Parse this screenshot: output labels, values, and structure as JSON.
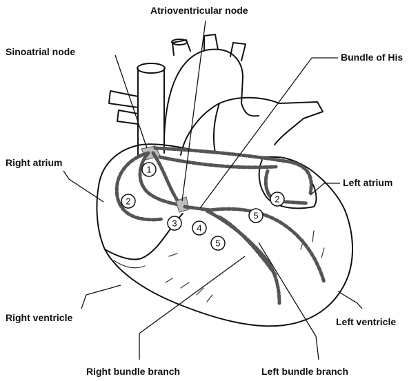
{
  "labels": {
    "atrioventricular_node": "Atrioventricular node",
    "sinoatrial_node": "Sinoatrial node",
    "bundle_of_his": "Bundle of His",
    "right_atrium": "Right atrium",
    "left_atrium": "Left atrium",
    "right_ventricle": "Right ventricle",
    "left_ventricle": "Left ventricle",
    "right_bundle_branch": "Right bundle branch",
    "left_bundle_branch": "Left bundle branch"
  },
  "markers": {
    "m1": "1",
    "m2_right": "2",
    "m2_left": "2",
    "m3": "3",
    "m4": "4",
    "m5_lower": "5",
    "m5_upper": "5"
  },
  "colors": {
    "outline": "#111111",
    "node_fill": "#bdbdbd",
    "background": "#ffffff"
  }
}
